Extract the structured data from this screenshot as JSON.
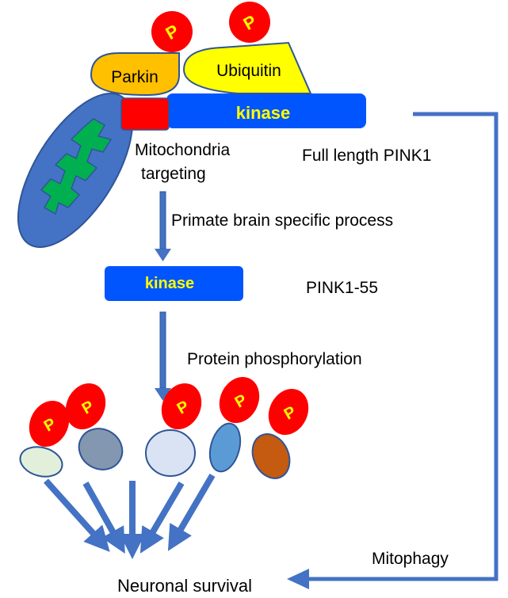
{
  "colors": {
    "phospho_red": "#ff0000",
    "phospho_text": "#ffff00",
    "parkin_fill": "#ffc000",
    "ubiquitin_fill": "#ffff00",
    "kinase_blue": "#0055ff",
    "targeting_red": "#ff0000",
    "mito_fill": "#4472c4",
    "mito_cristae": "#00b050",
    "arrow_blue": "#4472c4",
    "outline": "#2f5597",
    "substrate_colors": [
      "#e2efda",
      "#8497b0",
      "#dae3f3",
      "#5b9bd5",
      "#c55a11"
    ]
  },
  "top": {
    "parkin_label": "Parkin",
    "ubiquitin_label": "Ubiquitin",
    "kinase_label": "kinase",
    "phospho_label": "P",
    "targeting_label_line1": "Mitochondria",
    "targeting_label_line2": "targeting",
    "full_length_label": "Full length PINK1"
  },
  "middle": {
    "process_label": "Primate brain specific process",
    "kinase_label": "kinase",
    "pink155_label": "PINK1-55",
    "phosphorylation_label": "Protein phosphorylation"
  },
  "substrates": {
    "phospho_label": "P",
    "count": 5
  },
  "bottom": {
    "outcome_label": "Neuronal survival",
    "mitophagy_label": "Mitophagy"
  }
}
